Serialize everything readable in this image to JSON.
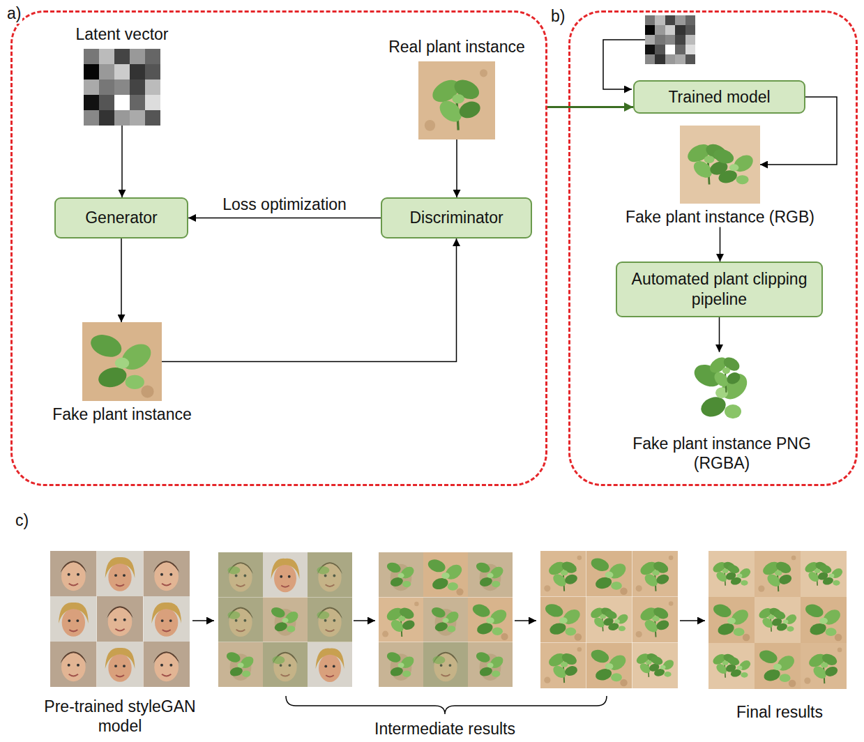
{
  "diagram": {
    "nodes": [
      {
        "text": [
          "a)"
        ]
      },
      {
        "text": [
          "Latent vector"
        ],
        "in": 0
      },
      {
        "text": [
          "Real plant instance"
        ],
        "in": 0
      },
      {
        "text": [
          "Generator"
        ],
        "in": 0
      },
      {
        "text": [
          "Discriminator"
        ],
        "in": 0
      },
      {
        "text": [
          "Fake plant instance"
        ],
        "in": 0
      },
      {
        "text": [
          "b)"
        ]
      },
      {
        "text": [
          "Trained model"
        ],
        "in": 6
      },
      {
        "text": [
          "Fake plant instance (RGB)"
        ],
        "in": 6
      },
      {
        "text": [
          "Automated plant clipping pipeline"
        ],
        "in": 6
      },
      {
        "text": [
          "Fake plant instance PNG (RGBA)"
        ],
        "in": 6
      }
    ],
    "edges": [
      {
        "from": 1,
        "to": 3,
        "arrow": "to"
      },
      {
        "from": 2,
        "to": 4,
        "arrow": "to"
      },
      {
        "from": 4,
        "to": 3,
        "label": "Loss optimization",
        "arrow": "to"
      },
      {
        "from": 3,
        "to": 5,
        "arrow": "to"
      },
      {
        "from": 5,
        "to": 4,
        "arrow": "to"
      },
      {
        "from": 0,
        "to": 7,
        "arrow": "to"
      },
      {
        "from": 7,
        "to": 8,
        "arrow": "to"
      },
      {
        "from": 8,
        "to": 9,
        "arrow": "to"
      },
      {
        "from": 9,
        "to": 10,
        "arrow": "to"
      }
    ],
    "labels": [
      "c)",
      "Pre-trained styleGAN model",
      "Intermediate results",
      "Final results"
    ]
  }
}
